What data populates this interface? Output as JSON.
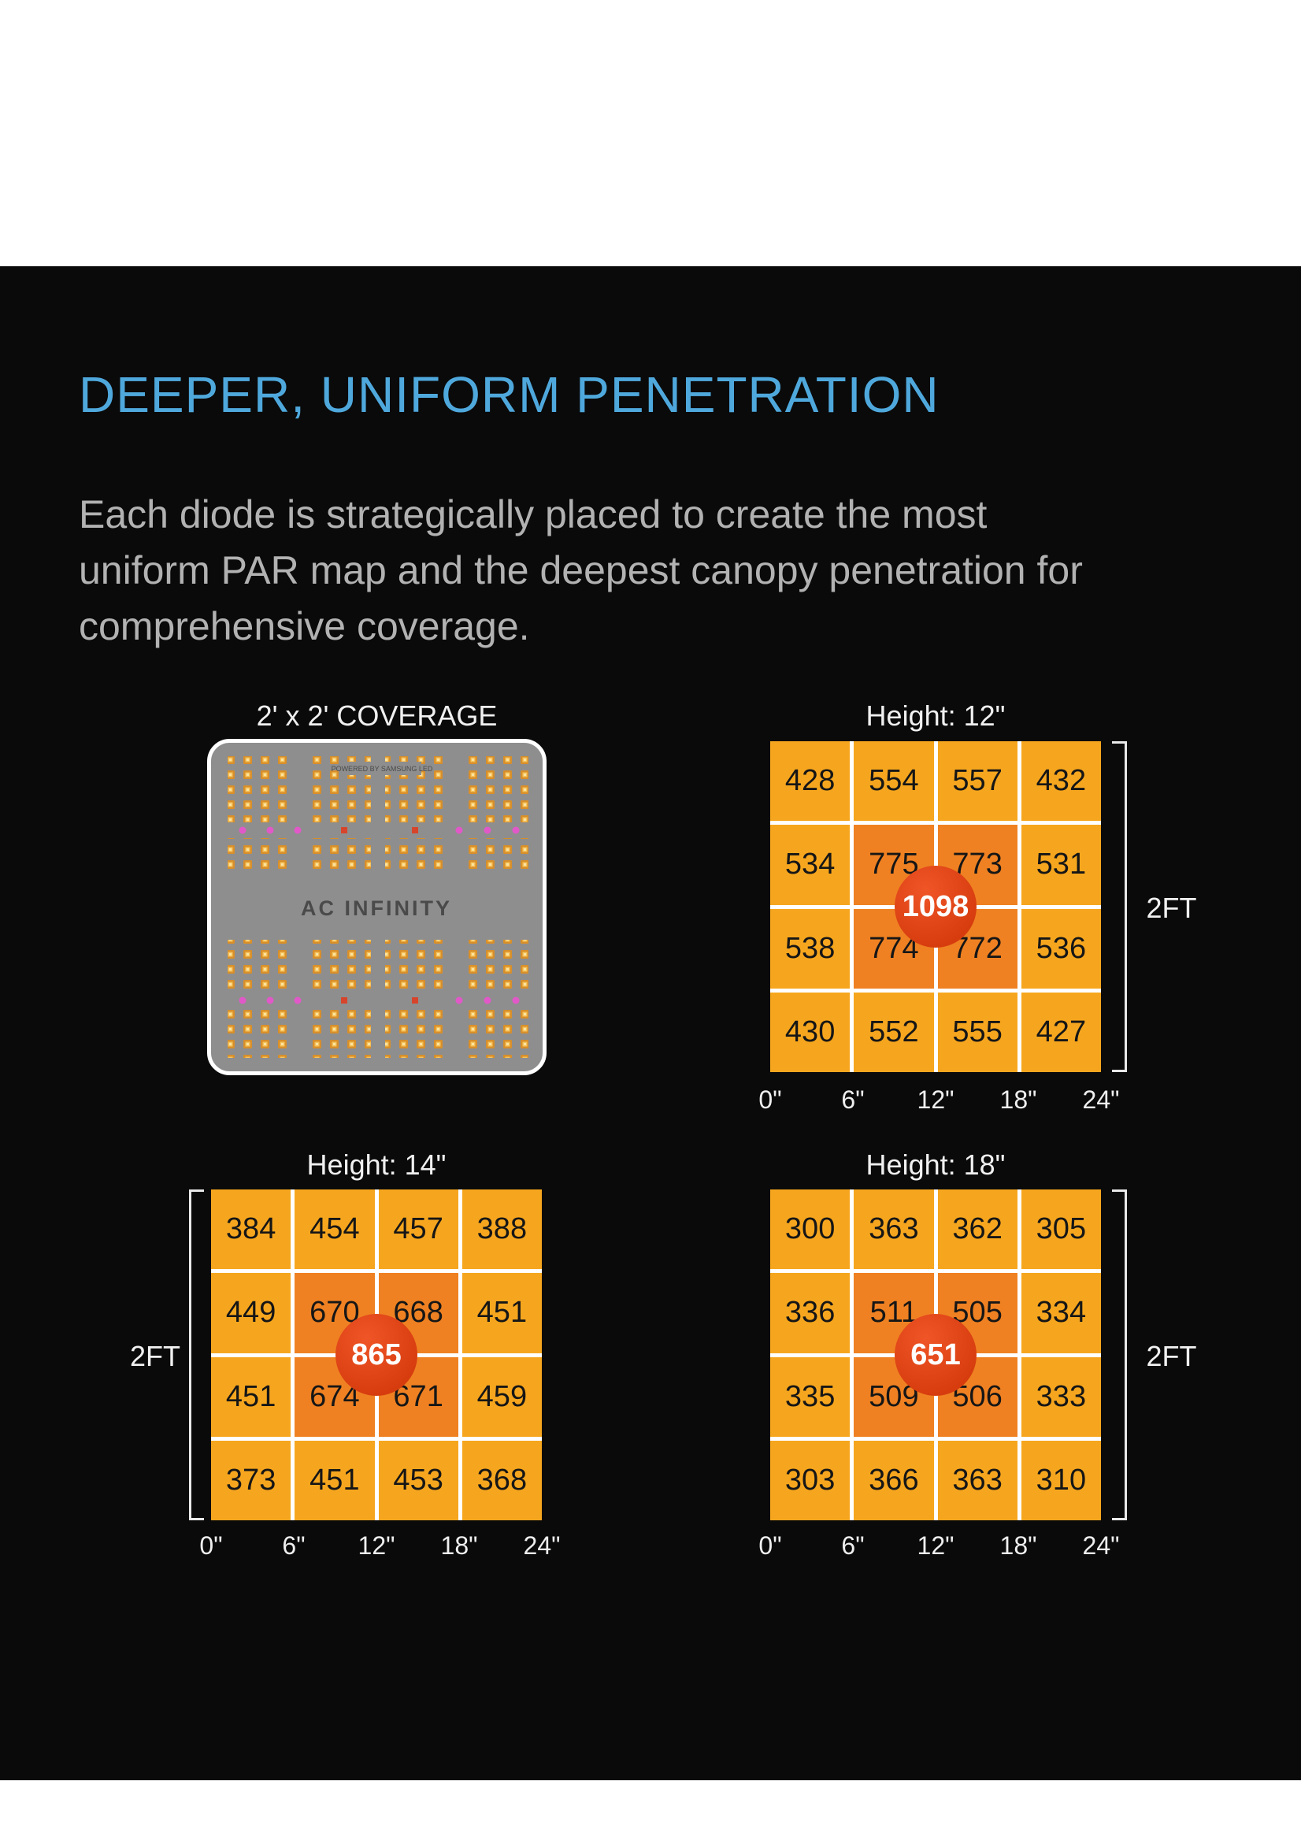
{
  "page": {
    "title": "DEEPER, UNIFORM PENETRATION",
    "description": "Each diode is strategically placed to create the most uniform PAR map and the deepest canopy penetration for comprehensive coverage."
  },
  "board": {
    "title": "2' x 2' COVERAGE",
    "brand": "AC INFINITY",
    "powered_by": "POWERED BY SAMSUNG LED"
  },
  "colors": {
    "accent_blue": "#4fa8dc",
    "body_gray": "#b2b2b2",
    "cell_orange": "#f6a61e",
    "cell_core_orange": "#ef8122",
    "peak_red": "#dc400f",
    "board_gray": "#8e8e8e",
    "diode_orange": "#e9a23b",
    "diode_magenta": "#e159c8",
    "diode_red": "#d6452b",
    "background_black": "#0a0a0a"
  },
  "chart_data": [
    {
      "type": "heatmap",
      "title": "Height: 12\"",
      "x_ticks": [
        "0\"",
        "6\"",
        "12\"",
        "18\"",
        "24\""
      ],
      "side_label": "2FT",
      "values": [
        [
          428,
          554,
          557,
          432
        ],
        [
          534,
          775,
          773,
          531
        ],
        [
          538,
          774,
          772,
          536
        ],
        [
          430,
          552,
          555,
          427
        ]
      ],
      "peak": 1098
    },
    {
      "type": "heatmap",
      "title": "Height: 14\"",
      "x_ticks": [
        "0\"",
        "6\"",
        "12\"",
        "18\"",
        "24\""
      ],
      "side_label": "2FT",
      "values": [
        [
          384,
          454,
          457,
          388
        ],
        [
          449,
          670,
          668,
          451
        ],
        [
          451,
          674,
          671,
          459
        ],
        [
          373,
          451,
          453,
          368
        ]
      ],
      "peak": 865
    },
    {
      "type": "heatmap",
      "title": "Height: 18\"",
      "x_ticks": [
        "0\"",
        "6\"",
        "12\"",
        "18\"",
        "24\""
      ],
      "side_label": "2FT",
      "values": [
        [
          300,
          363,
          362,
          305
        ],
        [
          336,
          511,
          505,
          334
        ],
        [
          335,
          509,
          506,
          333
        ],
        [
          303,
          366,
          363,
          310
        ]
      ],
      "peak": 651
    }
  ]
}
